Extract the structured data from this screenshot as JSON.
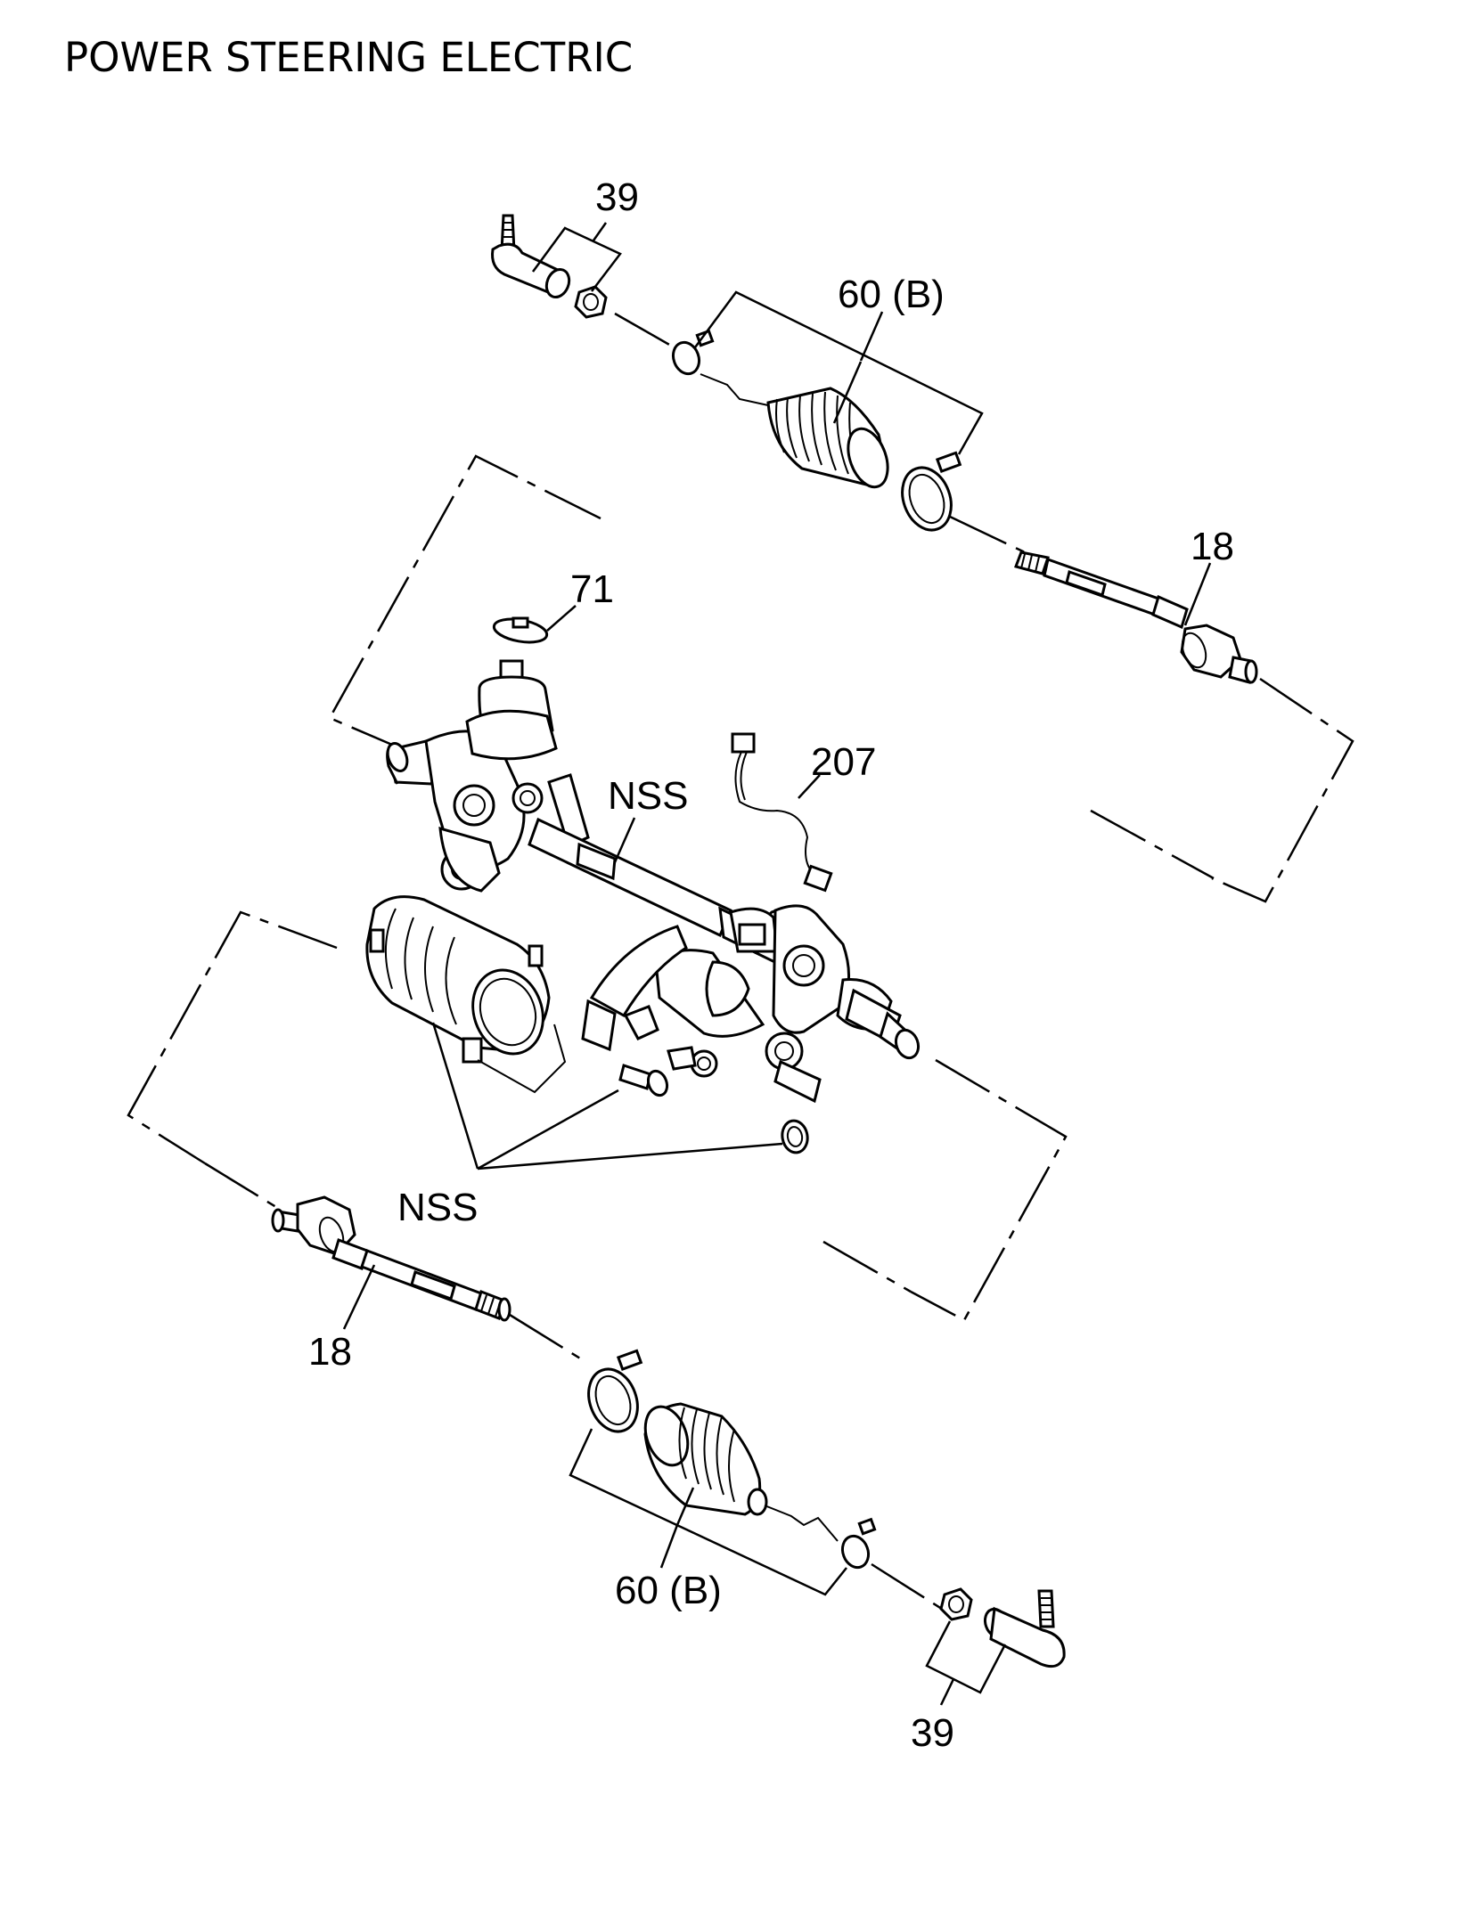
{
  "title": "POWER STEERING ELECTRIC",
  "callouts": {
    "tie_rod_end_top": "39",
    "boot_kit_top": "60 (B)",
    "inner_tie_rod_top": "18",
    "cap_71": "71",
    "harness_207": "207",
    "rack_nss": "NSS",
    "motor_nss": "NSS",
    "inner_tie_rod_bottom": "18",
    "boot_kit_bottom": "60 (B)",
    "tie_rod_end_bottom": "39"
  }
}
